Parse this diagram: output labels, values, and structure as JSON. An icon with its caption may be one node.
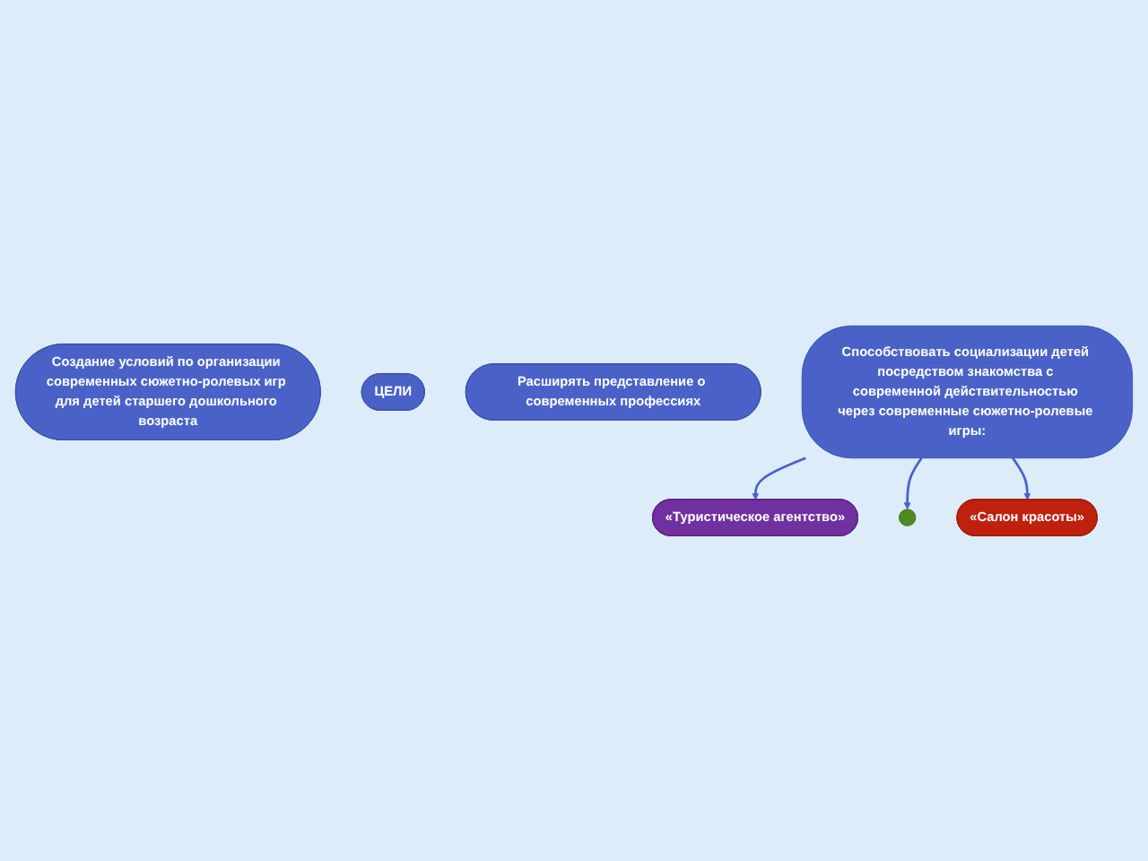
{
  "diagram": {
    "nodes": [
      {
        "text": [
          "Создание условий по организации современных сюжетно-ролевых игр для детей старшего дошкольного возраста"
        ]
      },
      {
        "text": [
          "ЦЕЛИ"
        ]
      },
      {
        "text": [
          "Расширять представление о современных профессиях"
        ]
      },
      {
        "text": [
          "Способствовать социализации детей посредством знакомства с современной действительностью через современные сюжетно-ролевые игры:"
        ]
      },
      {
        "text": [
          "«Туристическое агентство»"
        ]
      },
      {
        "text": [],
        "shape": "circle"
      },
      {
        "text": [
          "«Салон красоты»"
        ]
      }
    ],
    "edges": [
      {
        "from": 3,
        "to": 4,
        "arrow": "to"
      },
      {
        "from": 3,
        "to": 5,
        "arrow": "to"
      },
      {
        "from": 3,
        "to": 6,
        "arrow": "to"
      }
    ]
  }
}
